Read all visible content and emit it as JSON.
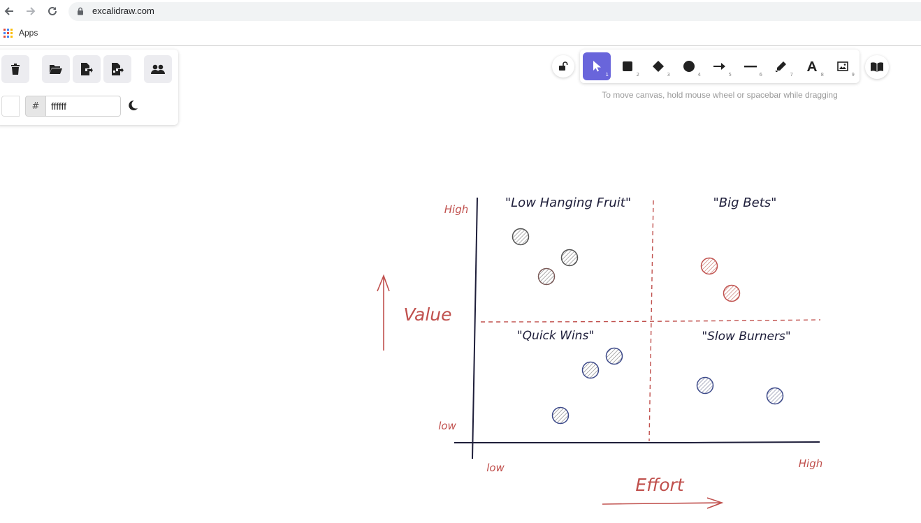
{
  "browser": {
    "url": "excalidraw.com",
    "bookmarks": [
      {
        "label": "Apps"
      }
    ]
  },
  "left_panel": {
    "hash_symbol": "#",
    "background_hex": "ffffff",
    "swatch_color": "#ffffff"
  },
  "toolbar": {
    "active_tool": "selection",
    "tools": [
      {
        "name": "selection",
        "icon": "pointer-icon",
        "key": "1"
      },
      {
        "name": "rectangle",
        "icon": "square-icon",
        "key": "2"
      },
      {
        "name": "diamond",
        "icon": "diamond-icon",
        "key": "3"
      },
      {
        "name": "ellipse",
        "icon": "circle-icon",
        "key": "4"
      },
      {
        "name": "arrow",
        "icon": "arrow-icon",
        "key": "5"
      },
      {
        "name": "line",
        "icon": "line-icon",
        "key": "6"
      },
      {
        "name": "draw",
        "icon": "pencil-icon",
        "key": "7"
      },
      {
        "name": "text",
        "icon": "text-icon",
        "key": "8"
      },
      {
        "name": "image",
        "icon": "image-icon",
        "key": "9"
      }
    ],
    "hint": "To move canvas, hold mouse wheel or spacebar while dragging",
    "accent": "#6965db"
  },
  "drawing": {
    "quadrants": {
      "top_left": "\"Low Hanging Fruit\"",
      "top_right": "\"Big Bets\"",
      "bottom_left": "\"Quick Wins\"",
      "bottom_right": "\"Slow Burners\""
    },
    "y_axis": {
      "label": "Value",
      "high": "High",
      "low": "low"
    },
    "x_axis": {
      "label": "Effort",
      "low": "low",
      "high": "High"
    },
    "label_color": "#c0504d",
    "ink_color": "#1e1e3a",
    "dot_colors": {
      "grey": "#666666",
      "red": "#c0504d",
      "blue": "#3d4a8a"
    }
  }
}
